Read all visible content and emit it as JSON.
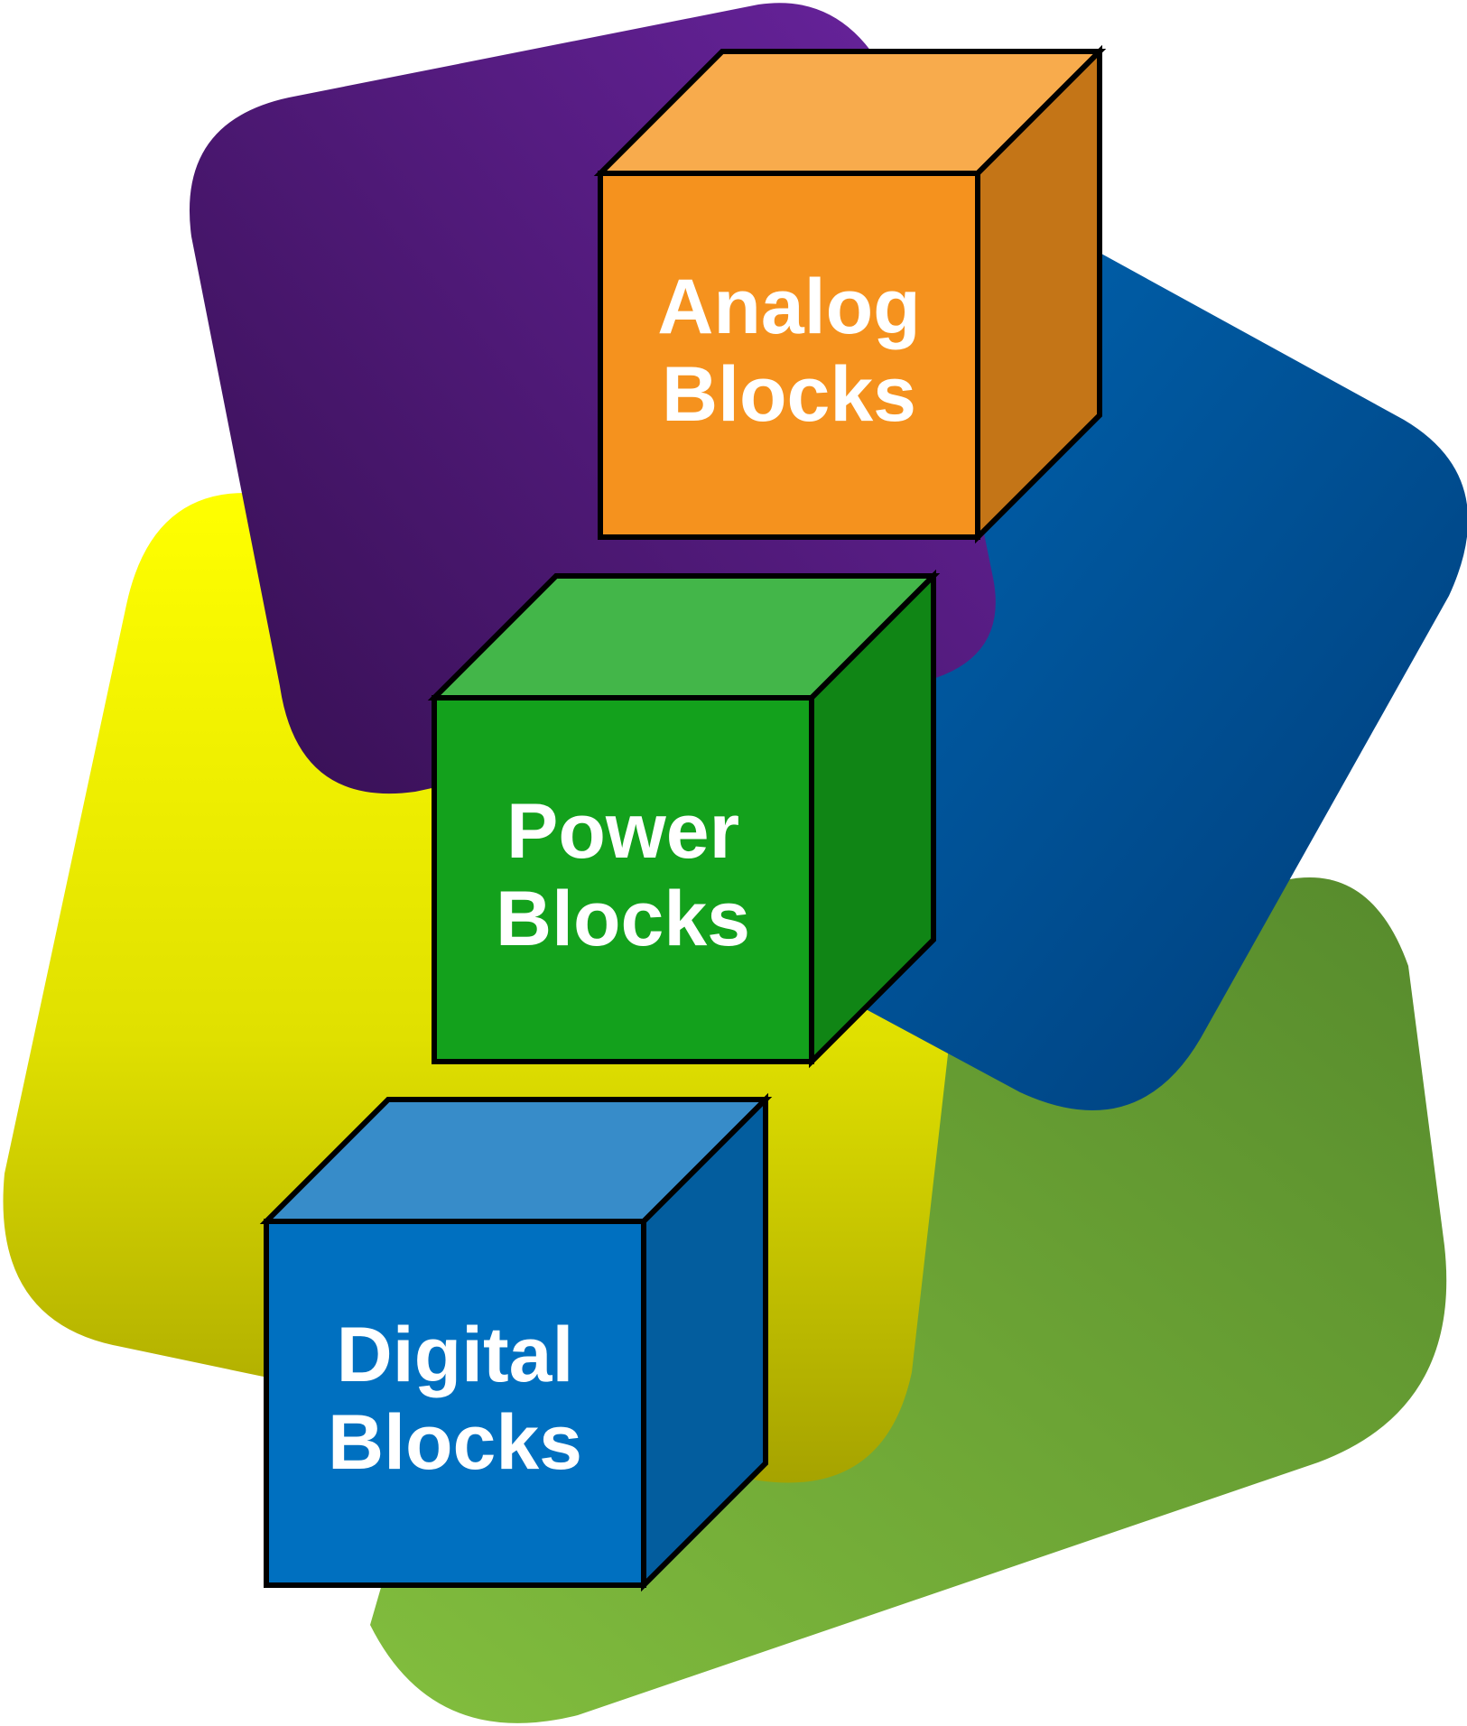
{
  "blocks": [
    {
      "id": "analog",
      "line1": "Analog",
      "line2": "Blocks",
      "colors": {
        "front": "#f5921e",
        "top": "#f8ab4c",
        "side": "#c47517"
      }
    },
    {
      "id": "power",
      "line1": "Power",
      "line2": "Blocks",
      "colors": {
        "front": "#13a11c",
        "top": "#43b649",
        "side": "#108515"
      }
    },
    {
      "id": "digital",
      "line1": "Digital",
      "line2": "Blocks",
      "colors": {
        "front": "#0070c0",
        "top": "#378cc9",
        "side": "#035d9e"
      }
    }
  ],
  "background_shapes": [
    {
      "id": "purple",
      "color_light": "#6a24a0",
      "color_dark": "#3a1158"
    },
    {
      "id": "blue",
      "color_light": "#0066b3",
      "color_dark": "#003c78"
    },
    {
      "id": "yellow",
      "color_light": "#ffff00",
      "color_dark": "#a6a300"
    },
    {
      "id": "green",
      "color_light": "#82be3e",
      "color_dark": "#568a2c"
    }
  ]
}
